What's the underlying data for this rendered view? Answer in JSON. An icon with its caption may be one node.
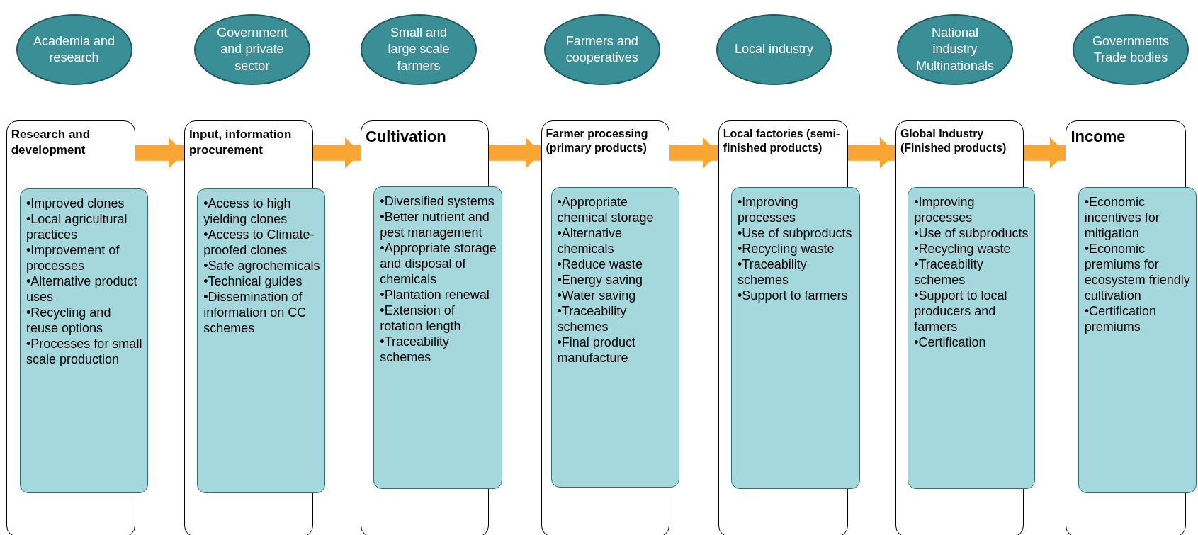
{
  "diagram": {
    "nodes": [
      {
        "text": [
          "Academia and research"
        ]
      },
      {
        "text": [
          "Government and private sector"
        ]
      },
      {
        "text": [
          "Small and large scale farmers"
        ]
      },
      {
        "text": [
          "Farmers and cooperatives"
        ]
      },
      {
        "text": [
          "Local industry"
        ]
      },
      {
        "text": [
          "National industry Multinationals"
        ]
      },
      {
        "text": [
          "Governments Trade bodies"
        ]
      },
      {
        "text": [
          "Research and development"
        ]
      },
      {
        "text": [
          "Input, information procurement"
        ]
      },
      {
        "text": [
          "Cultivation"
        ]
      },
      {
        "text": [
          "Farmer processing (primary products)"
        ]
      },
      {
        "text": [
          "Local factories (semi-finished products)"
        ]
      },
      {
        "text": [
          "Global Industry (Finished products)"
        ]
      },
      {
        "text": [
          "Income"
        ]
      },
      {
        "text": [
          "•Improved clones",
          "•Local agricultural practices",
          "•Improvement of processes",
          "•Alternative product uses",
          "•Recycling and reuse options",
          "•Processes for small scale production"
        ]
      },
      {
        "text": [
          "•Access to high yielding clones",
          "•Access to Climate-proofed clones",
          "•Safe agrochemicals",
          "•Technical guides",
          "•Dissemination of information on CC schemes"
        ]
      },
      {
        "text": [
          "•Diversified systems",
          "•Better nutrient and pest management",
          "•Appropriate storage and disposal of chemicals",
          "•Plantation renewal",
          "•Extension of rotation length",
          "•Traceability schemes"
        ]
      },
      {
        "text": [
          "•Appropriate chemical storage",
          "•Alternative chemicals",
          "•Reduce waste",
          "•Energy saving",
          "•Water saving",
          "•Traceability schemes",
          "•Final product manufacture"
        ]
      },
      {
        "text": [
          "•Improving processes",
          "•Use of subproducts",
          "•Recycling waste",
          "•Traceability schemes",
          "•Support to farmers"
        ]
      },
      {
        "text": [
          "•Improving processes",
          "•Use of subproducts",
          "•Recycling waste",
          "•Traceability schemes",
          "•Support to local producers and farmers",
          "•Certification"
        ]
      },
      {
        "text": [
          "•Economic incentives for mitigation",
          "•Economic premiums for ecosystem friendly cultivation",
          "•Certification premiums"
        ]
      }
    ],
    "edges": [
      {
        "from": 7,
        "to": 8,
        "arrow": "to"
      },
      {
        "from": 8,
        "to": 9,
        "arrow": "to"
      },
      {
        "from": 9,
        "to": 10,
        "arrow": "to"
      },
      {
        "from": 10,
        "to": 11,
        "arrow": "to"
      },
      {
        "from": 11,
        "to": 12,
        "arrow": "to"
      },
      {
        "from": 12,
        "to": 13,
        "arrow": "to"
      }
    ]
  }
}
